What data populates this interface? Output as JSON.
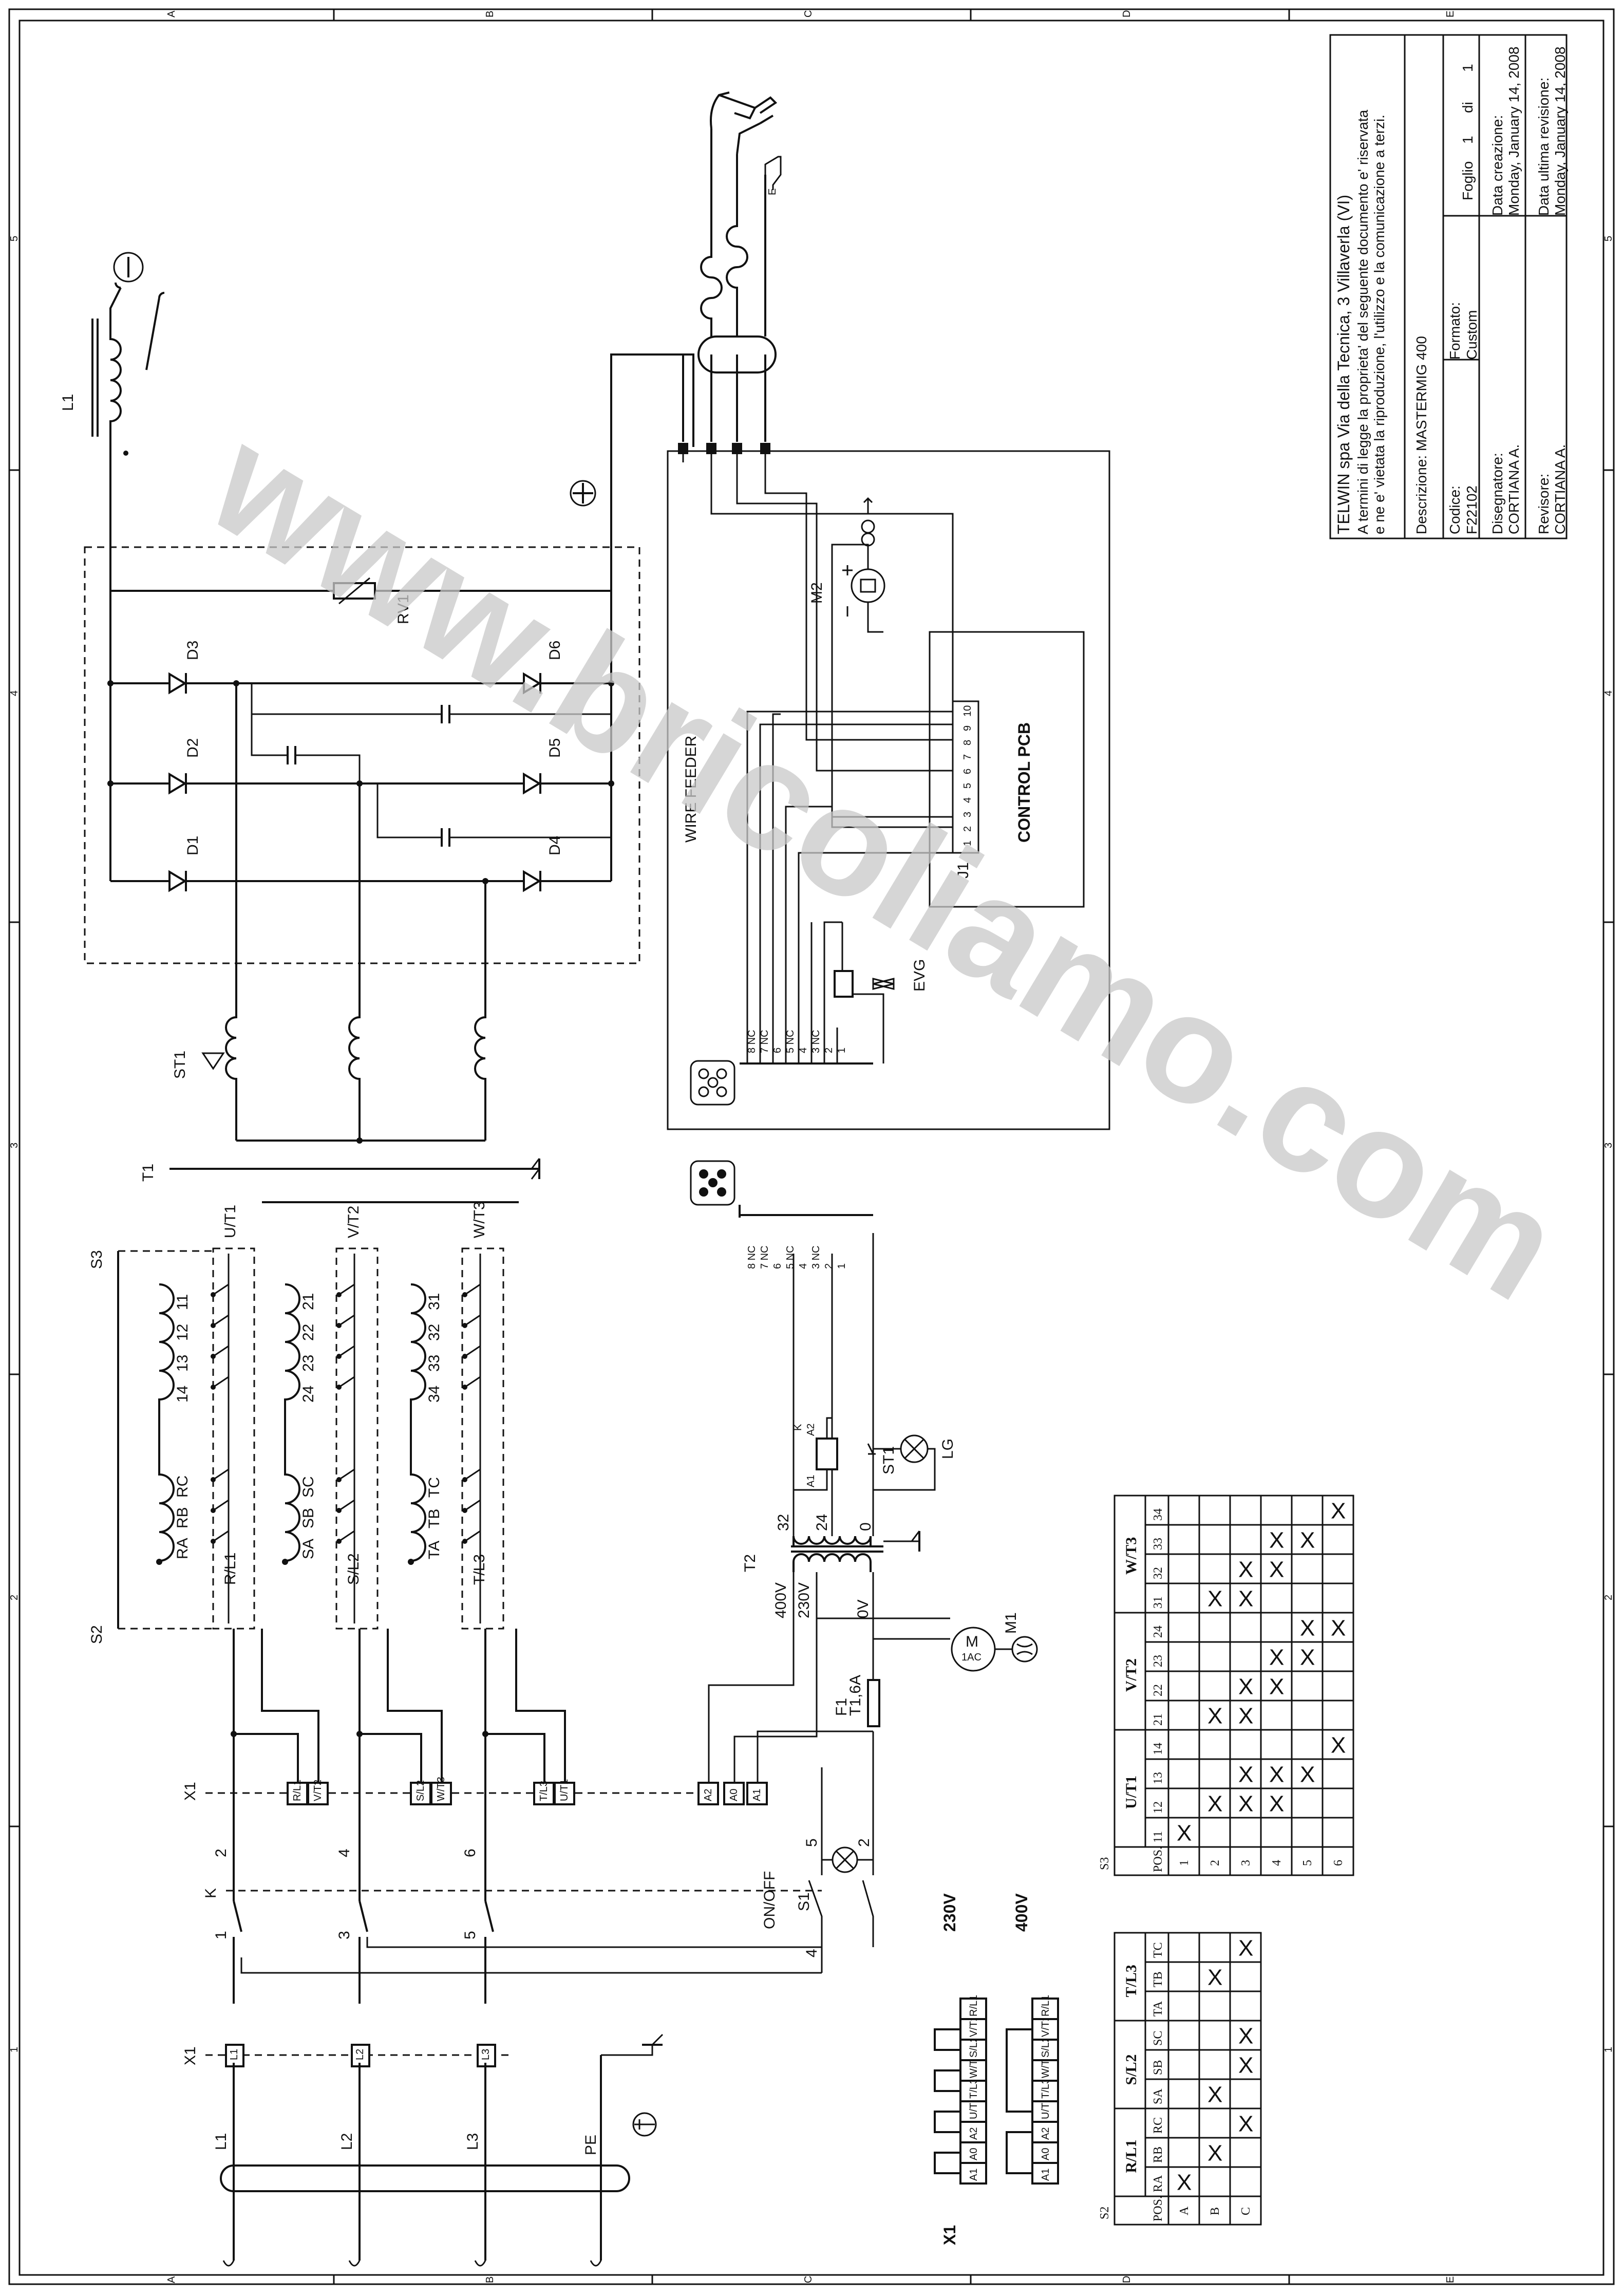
{
  "title_block": {
    "company": "TELWIN spa Via della Tecnica, 3 Villaverla (VI)",
    "notice_line1": "A termini di legge la proprieta' del seguente documento e' riservata",
    "notice_line2": "e ne e' vietata la riproduzione, l'utilizzo e la comunicazione a terzi.",
    "description": "Descrizione: MASTERMIG 400",
    "code_label": "Codice:",
    "code_value": "F22102",
    "format_label": "Formato:",
    "format_value": "Custom",
    "sheet_label": "Foglio",
    "sheet_num": "1",
    "sheet_of": "di",
    "sheet_total": "1",
    "designer_label": "Disegnatore:",
    "designer": "CORTIANA A.",
    "reviser_label": "Revisore:",
    "reviser": "CORTIANA A.",
    "created_label": "Data creazione:",
    "created": "Monday, January 14, 2008",
    "revised_label": "Data ultima revisione:",
    "revised": "Monday, January 14, 2008"
  },
  "watermark": "www.bricoliamo.com",
  "frame_letters": [
    "A",
    "B",
    "C",
    "D",
    "E"
  ],
  "frame_numbers": [
    "5",
    "4",
    "3",
    "2",
    "1"
  ],
  "labels": {
    "L1_inductor": "L1",
    "RV1": "RV1",
    "D1": "D1",
    "D2": "D2",
    "D3": "D3",
    "D4": "D4",
    "D5": "D5",
    "D6": "D6",
    "ST1": "ST1",
    "T1": "T1",
    "S3": "S3",
    "S2": "S2",
    "UT1": "U/T1",
    "VT2": "V/T2",
    "WT3": "W/T3",
    "RL1": "R/L1",
    "SL2": "S/L2",
    "TL3": "T/L3",
    "RA": "RA",
    "RB": "RB",
    "RC": "RC",
    "SA": "SA",
    "SB": "SB",
    "SC": "SC",
    "TA": "TA",
    "TB": "TB",
    "TC": "TC",
    "t11": "11",
    "t12": "12",
    "t13": "13",
    "t14": "14",
    "t21": "21",
    "t22": "22",
    "t23": "23",
    "t24": "24",
    "t31": "31",
    "t32": "32",
    "t33": "33",
    "t34": "34",
    "wire_feeder": "WIRE FEEDER",
    "control_pcb": "CONTROL PCB",
    "J1": "J1",
    "M2": "M2",
    "EVG": "EVG",
    "E": "E",
    "K": "K",
    "T2": "T2",
    "v400": "400V",
    "v230": "230V",
    "v0": "0V",
    "t32v": "32",
    "t24v": "24",
    "t0v": "0",
    "A1": "A1",
    "A2": "A2",
    "ST1_b": "ST1",
    "LG": "LG",
    "M1": "M1",
    "M1_text": "M",
    "M1_sub": "1AC",
    "F1": "F1",
    "F1_val": "T1,6A",
    "S1": "S1",
    "S1_sub": "ON/OFF",
    "X1": "X1",
    "L1_line": "L1",
    "L2_line": "L2",
    "L3_line": "L3",
    "PE": "PE",
    "k1": "1",
    "k2": "2",
    "k3": "3",
    "k4": "4",
    "k5": "5",
    "k6": "6",
    "s1_4": "4",
    "s1_5": "5",
    "s1_2": "2",
    "v230_conf": "230V",
    "v400_conf": "400V",
    "wire_labels": [
      "8 NC",
      "7 NC",
      "6",
      "5 NC",
      "4",
      "3 NC",
      "2",
      "1"
    ],
    "j1_pins": [
      "10",
      "9",
      "8",
      "7",
      "6",
      "5",
      "4",
      "3",
      "2",
      "1"
    ]
  },
  "x1_terminals": [
    "R/L1",
    "V/T2",
    "S/L2",
    "W/T3",
    "T/L3",
    "U/T1",
    "A2",
    "A0",
    "A1",
    "L1",
    "L2",
    "L3"
  ],
  "x1_config": {
    "v230_row": [
      "A1",
      "A0",
      "A2",
      "U/T1",
      "T/L3",
      "W/T3",
      "S/L2",
      "V/T2",
      "R/L1"
    ],
    "v400_row": [
      "A1",
      "A0",
      "A2",
      "U/T1",
      "T/L3",
      "W/T3",
      "S/L2",
      "V/T2",
      "R/L1"
    ]
  },
  "s3_table": {
    "switch": "S3",
    "pos_label": "POS.",
    "groups": [
      "U/T1",
      "V/T2",
      "W/T3"
    ],
    "columns": [
      "11",
      "12",
      "13",
      "14",
      "21",
      "22",
      "23",
      "24",
      "31",
      "32",
      "33",
      "34"
    ],
    "rows": [
      {
        "pos": "1",
        "marks": [
          1,
          0,
          0,
          0,
          0,
          0,
          0,
          0,
          0,
          0,
          0,
          0
        ]
      },
      {
        "pos": "2",
        "marks": [
          0,
          1,
          0,
          0,
          1,
          0,
          0,
          0,
          1,
          0,
          0,
          0
        ]
      },
      {
        "pos": "3",
        "marks": [
          0,
          1,
          1,
          0,
          1,
          1,
          0,
          0,
          1,
          1,
          0,
          0
        ]
      },
      {
        "pos": "4",
        "marks": [
          0,
          1,
          1,
          0,
          0,
          1,
          1,
          0,
          0,
          1,
          1,
          0
        ]
      },
      {
        "pos": "5",
        "marks": [
          0,
          0,
          1,
          0,
          0,
          0,
          1,
          1,
          0,
          0,
          1,
          0
        ]
      },
      {
        "pos": "6",
        "marks": [
          0,
          0,
          0,
          1,
          0,
          0,
          0,
          1,
          0,
          0,
          0,
          1
        ]
      }
    ],
    "mark_symbol": "X"
  },
  "s2_table": {
    "switch": "S2",
    "pos_label": "POS.",
    "groups": [
      "R/L1",
      "S/L2",
      "T/L3"
    ],
    "columns": [
      "RA",
      "RB",
      "RC",
      "SA",
      "SB",
      "SC",
      "TA",
      "TB",
      "TC"
    ],
    "rows": [
      {
        "pos": "A",
        "marks": [
          1,
          0,
          0,
          0,
          0,
          0,
          0,
          0,
          0
        ]
      },
      {
        "pos": "B",
        "marks": [
          0,
          1,
          0,
          1,
          0,
          0,
          0,
          1,
          0
        ]
      },
      {
        "pos": "C",
        "marks": [
          0,
          0,
          1,
          0,
          1,
          1,
          0,
          0,
          1
        ]
      }
    ],
    "mark_symbol": "X"
  }
}
